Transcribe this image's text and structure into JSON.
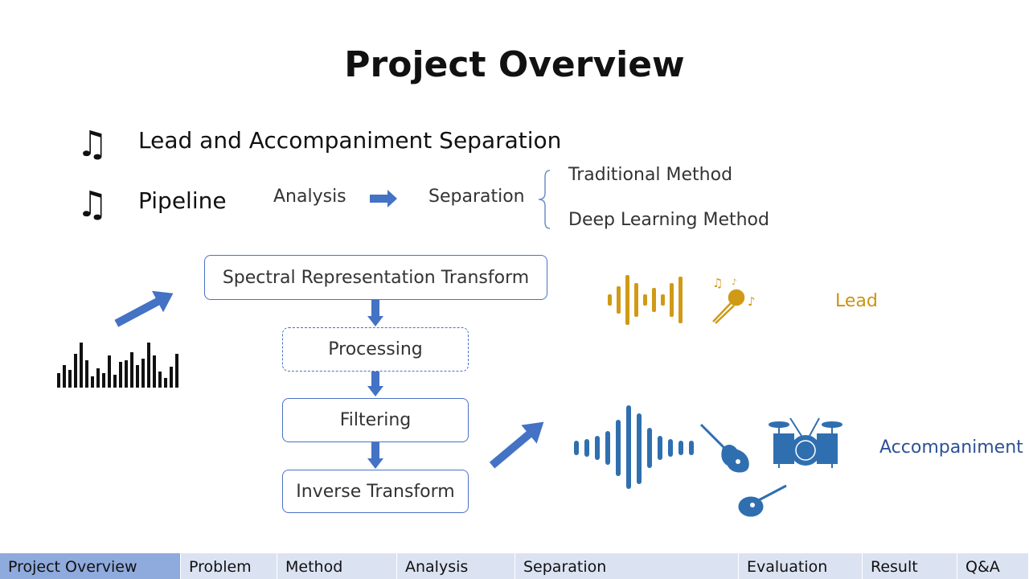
{
  "title": "Project Overview",
  "bullets": [
    {
      "label": "Lead and Accompaniment Separation"
    },
    {
      "label": "Pipeline"
    }
  ],
  "pipeline": {
    "analysis": "Analysis",
    "separation": "Separation",
    "methods": [
      "Traditional Method",
      "Deep Learning Method"
    ]
  },
  "steps": [
    "Spectral Representation Transform",
    "Processing",
    "Filtering",
    "Inverse Transform"
  ],
  "outputs": {
    "lead": "Lead",
    "accompaniment": "Accompaniment"
  },
  "colors": {
    "accent": "#4472c4",
    "lead": "#c99410",
    "accompaniment": "#2d5196",
    "nav_bg": "#dbe3f2",
    "nav_active": "#8faadc"
  },
  "icons": [
    "music-note-icon",
    "arrow-right-icon",
    "waveform-icon",
    "microphone-icon",
    "electric-guitar-icon",
    "drum-kit-icon",
    "acoustic-guitar-icon"
  ],
  "nav": {
    "items": [
      "Project Overview",
      "Problem",
      "Method",
      "Analysis",
      "Separation",
      "Evaluation",
      "Result",
      "Q&A"
    ],
    "active_index": 0
  }
}
